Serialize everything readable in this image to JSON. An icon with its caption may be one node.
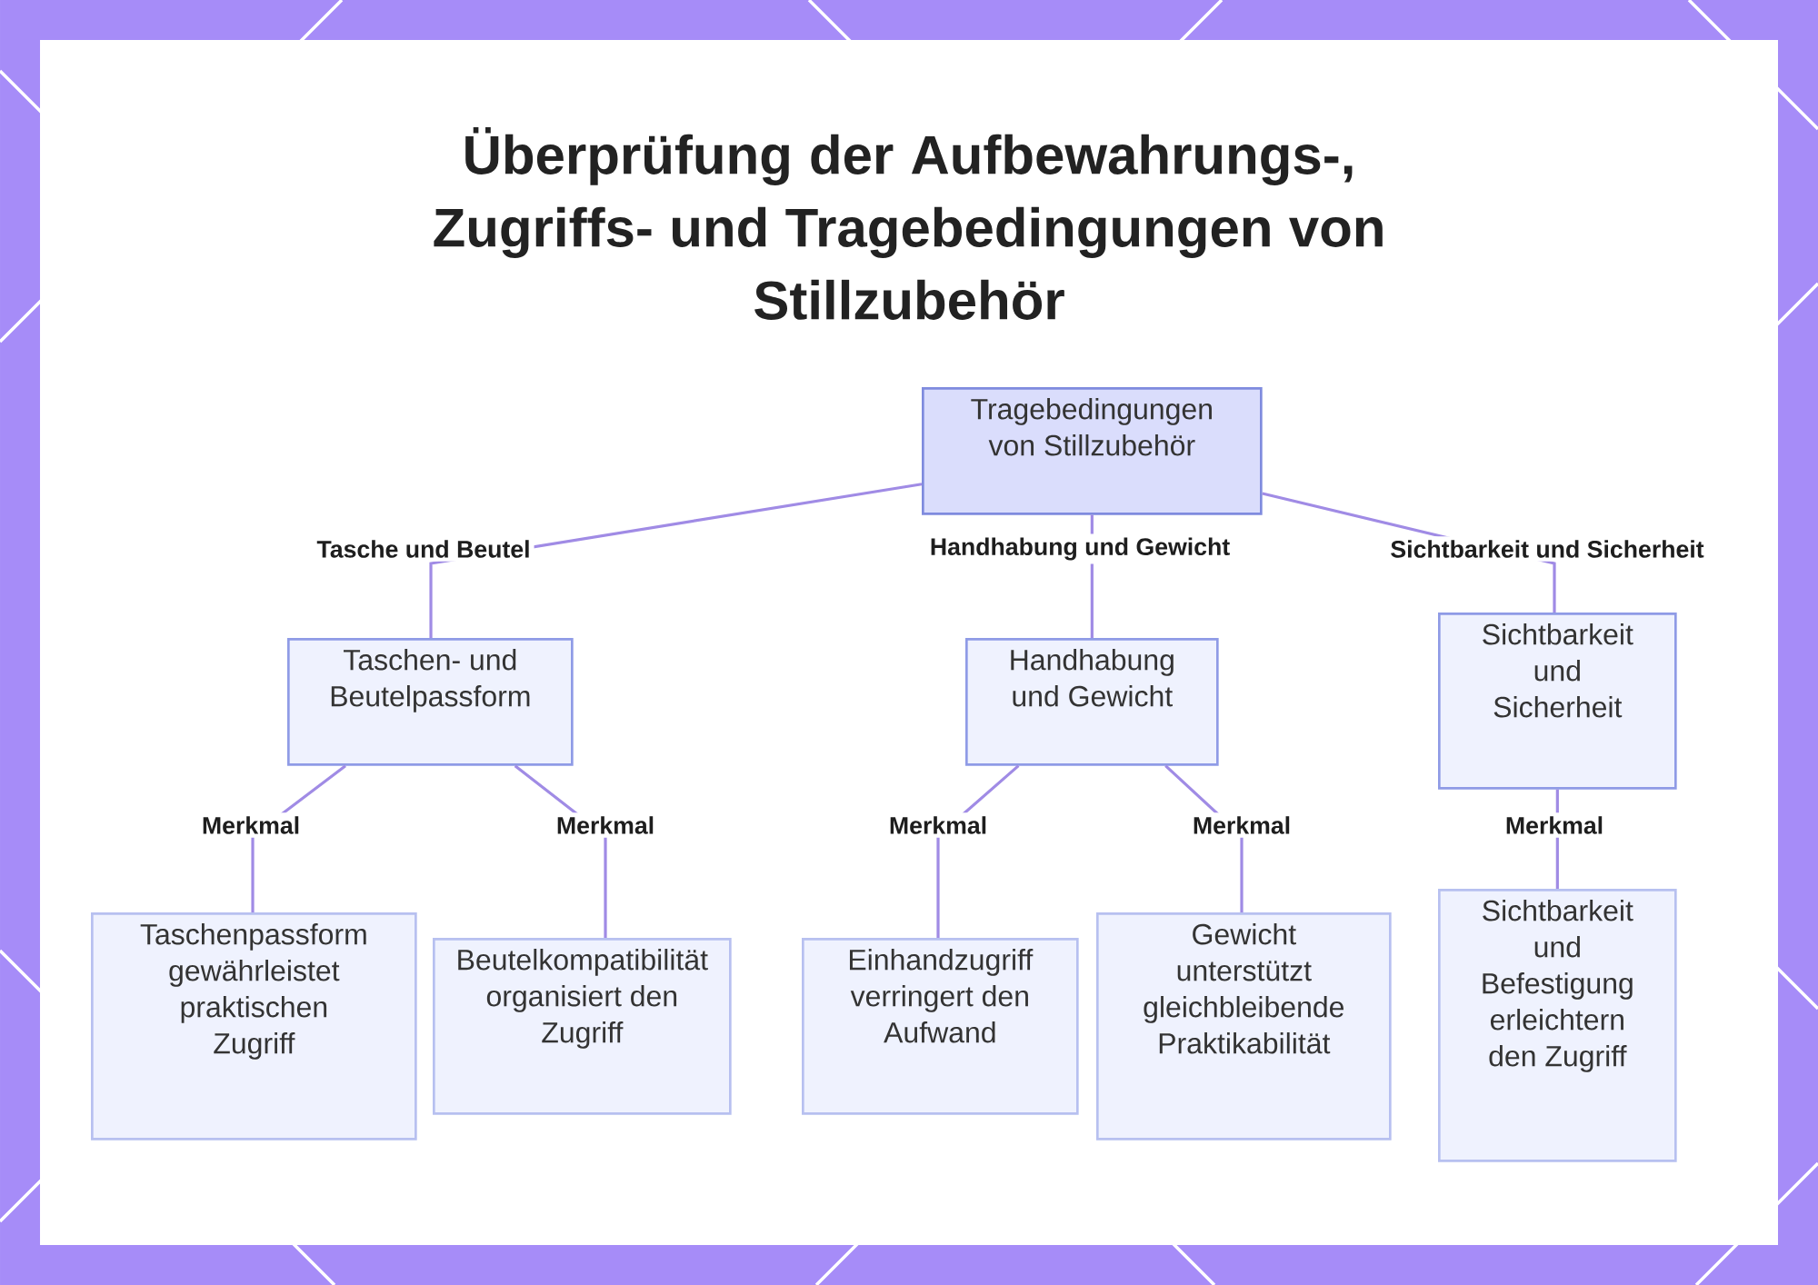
{
  "diagram": {
    "title": "Überprüfung der Aufbewahrungs-, Zugriffs- und Tragebedingungen von Stillzubehör",
    "nodes": [
      {
        "text": [
          "Tragebedingungen von Stillzubehör"
        ]
      },
      {
        "text": [
          "Taschen- und Beutelpassform"
        ]
      },
      {
        "text": [
          "Handhabung und Gewicht"
        ]
      },
      {
        "text": [
          "Sichtbarkeit und Sicherheit"
        ]
      },
      {
        "text": [
          "Taschenpassform gewährleistet praktischen Zugriff"
        ]
      },
      {
        "text": [
          "Beutelkompatibilität organisiert den Zugriff"
        ]
      },
      {
        "text": [
          "Einhandzugriff verringert den Aufwand"
        ]
      },
      {
        "text": [
          "Gewicht unterstützt gleichbleibende Praktikabilität"
        ]
      },
      {
        "text": [
          "Sichtbarkeit und Befestigung erleichtern den Zugriff"
        ]
      }
    ],
    "edges": [
      {
        "from": 0,
        "to": 1,
        "arrow": "none",
        "label": "Tasche und Beutel"
      },
      {
        "from": 0,
        "to": 2,
        "arrow": "none",
        "label": "Handhabung und Gewicht"
      },
      {
        "from": 0,
        "to": 3,
        "arrow": "none",
        "label": "Sichtbarkeit und Sicherheit"
      },
      {
        "from": 1,
        "to": 4,
        "arrow": "none",
        "label": "Merkmal"
      },
      {
        "from": 1,
        "to": 5,
        "arrow": "none",
        "label": "Merkmal"
      },
      {
        "from": 2,
        "to": 6,
        "arrow": "none",
        "label": "Merkmal"
      },
      {
        "from": 2,
        "to": 7,
        "arrow": "none",
        "label": "Merkmal"
      },
      {
        "from": 3,
        "to": 8,
        "arrow": "none",
        "label": "Merkmal"
      }
    ]
  }
}
